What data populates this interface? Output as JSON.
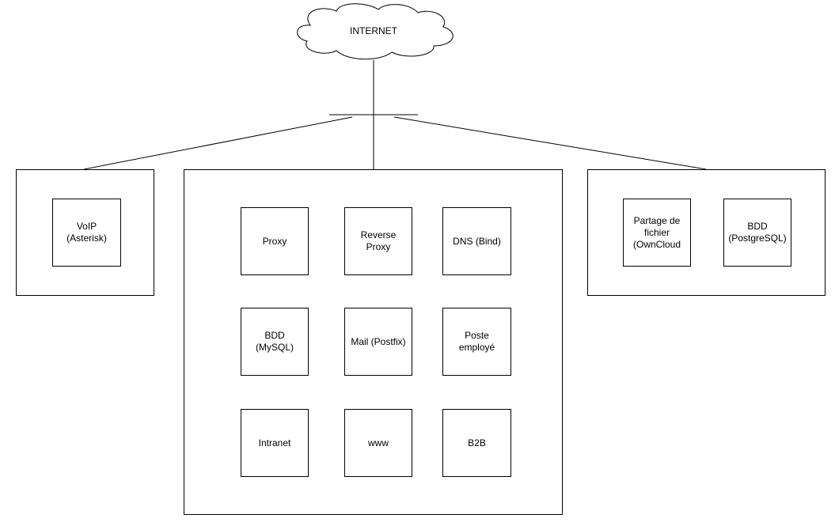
{
  "diagram": {
    "internet": {
      "label": "INTERNET"
    },
    "zones": {
      "left": {
        "nodes": [
          {
            "id": "voip",
            "label": "VoIP\n(Asterisk)"
          }
        ]
      },
      "center": {
        "nodes": [
          {
            "id": "proxy",
            "label": "Proxy"
          },
          {
            "id": "reverse-proxy",
            "label": "Reverse\nProxy"
          },
          {
            "id": "dns",
            "label": "DNS (Bind)"
          },
          {
            "id": "bdd-mysql",
            "label": "BDD\n(MySQL)"
          },
          {
            "id": "mail",
            "label": "Mail (Postfix)"
          },
          {
            "id": "poste",
            "label": "Poste\nemployé"
          },
          {
            "id": "intranet",
            "label": "Intranet"
          },
          {
            "id": "www",
            "label": "www"
          },
          {
            "id": "b2b",
            "label": "B2B"
          }
        ]
      },
      "right": {
        "nodes": [
          {
            "id": "partage",
            "label": "Partage de\nfichier\n(OwnCloud"
          },
          {
            "id": "bdd-postgres",
            "label": "BDD\n(PostgreSQL)"
          }
        ]
      }
    }
  }
}
